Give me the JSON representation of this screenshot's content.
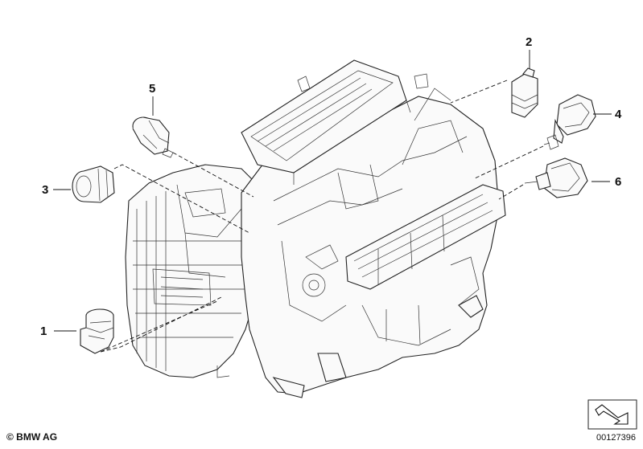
{
  "callouts": [
    {
      "id": "1",
      "label": "1"
    },
    {
      "id": "2",
      "label": "2"
    },
    {
      "id": "3",
      "label": "3"
    },
    {
      "id": "4",
      "label": "4"
    },
    {
      "id": "5",
      "label": "5"
    },
    {
      "id": "6",
      "label": "6"
    }
  ],
  "footer": {
    "copyright": "© BMW AG",
    "drawing_id": "00127396"
  },
  "icons": {
    "nav_arrow": "arrow-icon"
  }
}
